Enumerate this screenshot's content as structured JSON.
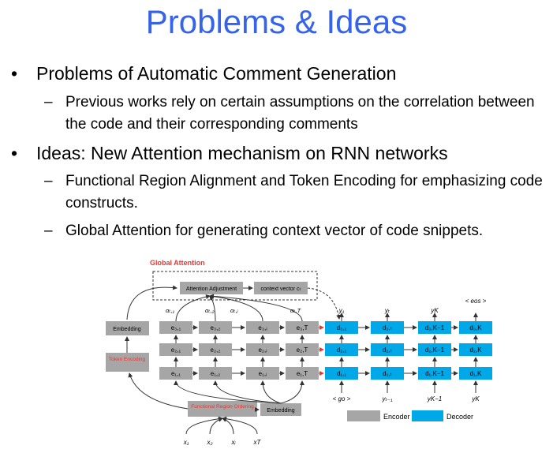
{
  "slide": {
    "title": "Problems & Ideas",
    "bullets": [
      {
        "marker": "•",
        "text": "Problems of  Automatic Comment Generation",
        "sub": [
          {
            "marker": "–",
            "text": "Previous works rely on certain assumptions on the correlation between the code and their corresponding comments"
          }
        ]
      },
      {
        "marker": "•",
        "text": "Ideas: New Attention mechanism on RNN networks",
        "sub": [
          {
            "marker": "–",
            "text": "Functional Region Alignment and Token Encoding for emphasizing code constructs."
          },
          {
            "marker": "–",
            "text": "Global Attention for generating context vector of code snippets."
          }
        ]
      }
    ]
  },
  "diagram": {
    "global_attention_label": "Global Attention",
    "attention_adjustment_label": "Attention Adjustment",
    "context_vector_label": "context vector cₜ",
    "embedding_top_label": "Embedding",
    "token_encoding_label": "Token Encoding",
    "functional_region_label": "Functional Region Ordering",
    "embedding_bottom_label": "Embedding",
    "alpha_labels": [
      "αₜ,₁",
      "αₜ,₂",
      "αₜ,ᵢ",
      "αₜ,T"
    ],
    "encoder_rows": [
      [
        "e₃,₁",
        "e₃,₂",
        "e₃,ᵢ",
        "e₃,T"
      ],
      [
        "e₂,₁",
        "e₂,₂",
        "e₂,ᵢ",
        "e₂,T"
      ],
      [
        "e₁,₁",
        "e₁,₂",
        "e₁,ᵢ",
        "e₁,T"
      ]
    ],
    "decoder_rows": [
      [
        "d₃,₁",
        "d₃,ₜ",
        "d₃,K−1",
        "d₃,K"
      ],
      [
        "d₂,₁",
        "d₂,ₜ",
        "d₂,K−1",
        "d₂,K"
      ],
      [
        "d₁,₁",
        "d₁,ₜ",
        "d₁,K−1",
        "d₁,K"
      ]
    ],
    "output_labels": [
      "y₁",
      "yₜ",
      "yK",
      "< eos >"
    ],
    "decoder_input_labels": [
      "< go >",
      "yₜ₋₁",
      "yK−1",
      "yK"
    ],
    "input_labels": [
      "x₁",
      "x₂",
      "xᵢ",
      "xT"
    ],
    "legend": {
      "encoder": "Encoder",
      "decoder": "Decoder"
    },
    "colors": {
      "encoder": "#a6a6a6",
      "decoder": "#00a8e8",
      "highlight": "#e53935",
      "title": "#3563e9"
    }
  }
}
